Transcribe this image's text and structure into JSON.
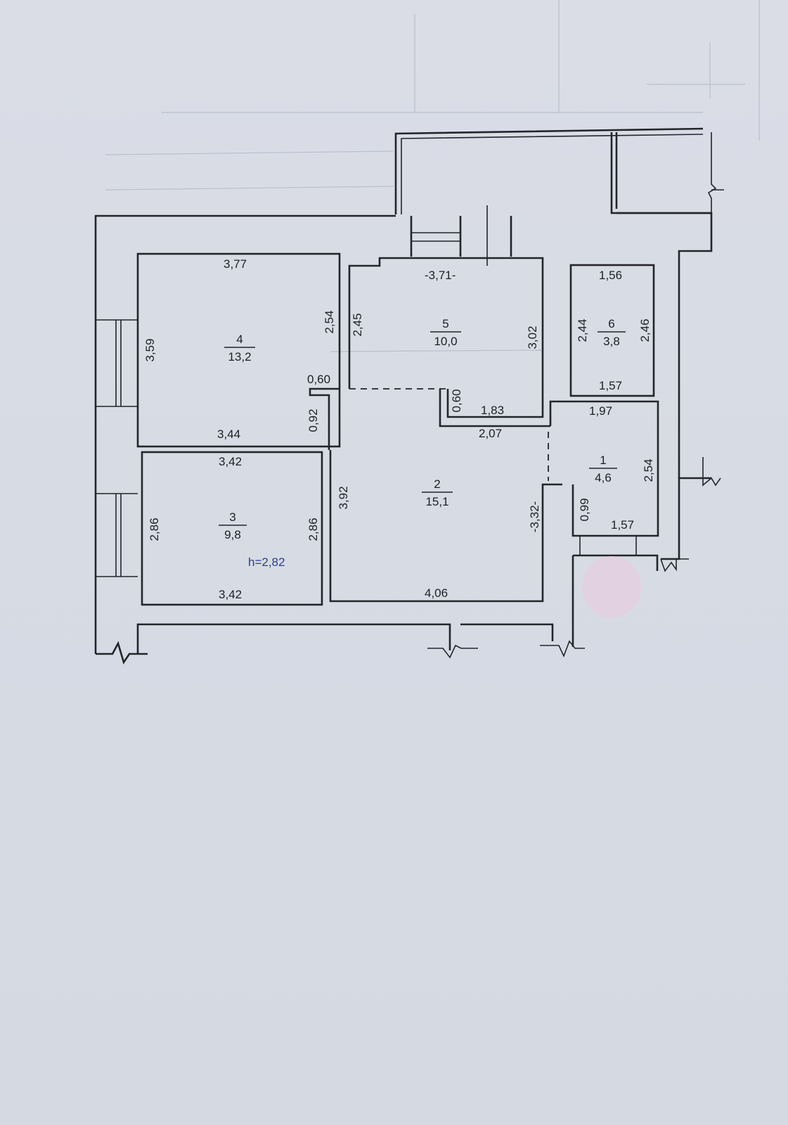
{
  "rooms": [
    {
      "number": "4",
      "area": "13,2"
    },
    {
      "number": "5",
      "area": "10,0"
    },
    {
      "number": "6",
      "area": "3,8"
    },
    {
      "number": "3",
      "area": "9,8"
    },
    {
      "number": "2",
      "area": "15,1"
    },
    {
      "number": "1",
      "area": "4,6"
    }
  ],
  "dimensions": {
    "r4_top": "3,77",
    "r4_left": "3,59",
    "r4_right": "2,54",
    "r4_bottom": "3,44",
    "r5_top": "-3,71-",
    "r5_left": "2,45",
    "r5_right": "3,02",
    "r6_top": "1,56",
    "r6_left": "2,44",
    "r6_right": "2,46",
    "r6_bottom": "1,57",
    "niche_w": "0,60",
    "niche_h": "0,92",
    "step_h": "0,60",
    "step_w": "1,83",
    "hall_top": "2,07",
    "hall_left": "3,92",
    "hall_right": "-3,32-",
    "hall_bottom": "4,06",
    "r3_top": "3,42",
    "r3_left": "2,86",
    "r3_right": "2,86",
    "r3_bottom": "3,42",
    "r1_top": "1,97",
    "r1_right": "2,54",
    "r1_left": "0,99",
    "r1_bottom": "1,57"
  },
  "ceiling_height": "h=2,82",
  "colors": {
    "ink": "#23252b",
    "paper": "#d9dde6",
    "height_note": "#2a3f8f",
    "stain": "#e6cde0"
  }
}
